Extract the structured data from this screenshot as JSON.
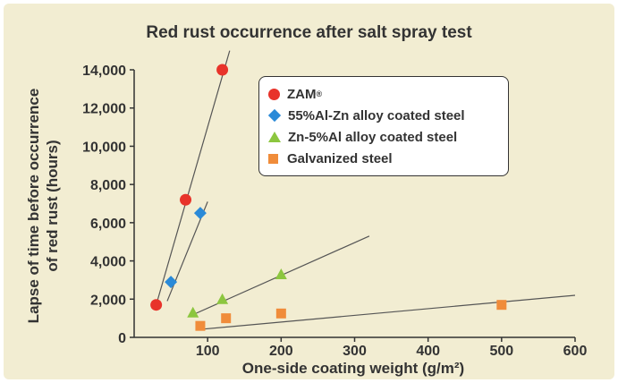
{
  "chart_data": {
    "type": "scatter",
    "title": "Red rust occurrence after salt spray test",
    "xlabel": "One-side coating weight (g/m²)",
    "ylabel": "Lapse of time before occurrence\nof red rust (hours)",
    "xlim": [
      0,
      600
    ],
    "ylim": [
      0,
      14000
    ],
    "x_ticks": [
      "100",
      "200",
      "300",
      "400",
      "500",
      "600"
    ],
    "x_origin_label": "0",
    "y_ticks": [
      "0",
      "2,000",
      "4,000",
      "6,000",
      "8,000",
      "10,000",
      "12,000",
      "14,000"
    ],
    "grid": false,
    "legend_position": "top-center",
    "series": [
      {
        "name": "ZAM",
        "name_sup": "®",
        "marker": "circle",
        "color": "#e8332a",
        "points": [
          [
            30,
            1700
          ],
          [
            70,
            7200
          ],
          [
            120,
            14000
          ]
        ],
        "trend": [
          [
            30,
            1700
          ],
          [
            130,
            15000
          ]
        ]
      },
      {
        "name": "55%Al-Zn alloy coated steel",
        "marker": "diamond",
        "color": "#2a8ad8",
        "points": [
          [
            50,
            2900
          ],
          [
            90,
            6500
          ]
        ],
        "trend": [
          [
            45,
            1900
          ],
          [
            100,
            7100
          ]
        ]
      },
      {
        "name": "Zn-5%Al alloy coated steel",
        "marker": "triangle",
        "color": "#8cc63f",
        "points": [
          [
            80,
            1300
          ],
          [
            120,
            2000
          ],
          [
            200,
            3300
          ]
        ],
        "trend": [
          [
            75,
            1100
          ],
          [
            320,
            5300
          ]
        ]
      },
      {
        "name": "Galvanized steel",
        "marker": "square",
        "color": "#f08c3a",
        "points": [
          [
            90,
            600
          ],
          [
            125,
            1000
          ],
          [
            200,
            1250
          ],
          [
            500,
            1700
          ]
        ],
        "trend": [
          [
            85,
            400
          ],
          [
            600,
            2200
          ]
        ]
      }
    ]
  }
}
